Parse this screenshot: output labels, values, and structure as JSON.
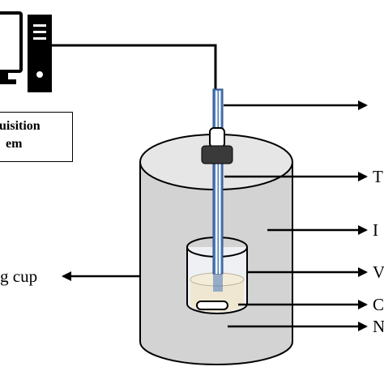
{
  "diagram": {
    "daq_box": {
      "line1": "uisition",
      "line2": "em"
    },
    "left_label": "g cup",
    "right_labels": [
      "T",
      "I",
      "V",
      "C",
      "N"
    ],
    "colors": {
      "outline": "#000000",
      "cylinder_top": "#e6e6e6",
      "cylinder_body": "#d3d3d3",
      "probe": "#4a79b8",
      "sample": "#efe7d2",
      "cap": "#3a3a3a"
    },
    "icons": [
      "computer-monitor-icon",
      "computer-tower-icon"
    ]
  }
}
